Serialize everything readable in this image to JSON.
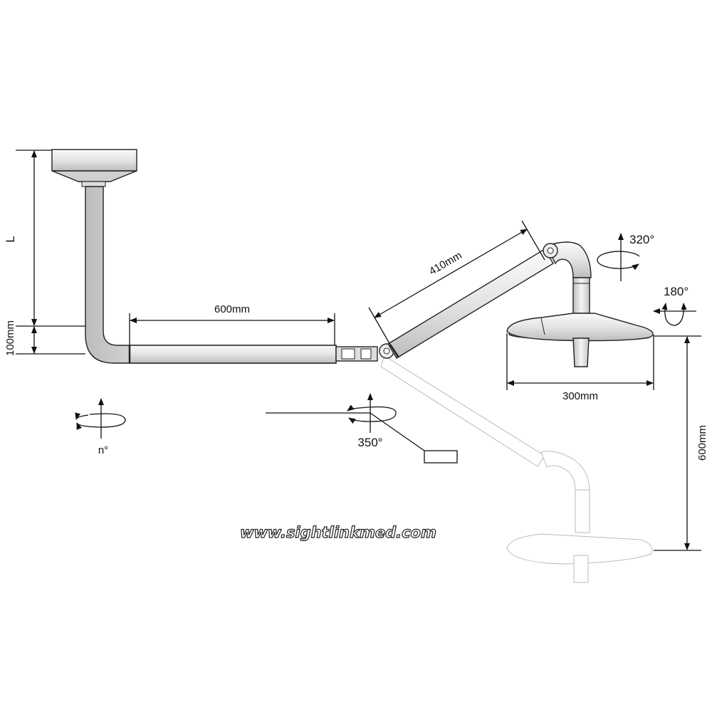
{
  "dimensions": {
    "ceiling_length": "L",
    "drop": "100mm",
    "arm_1": "600mm",
    "arm_2": "410mm",
    "head_diameter": "300mm",
    "vertical_travel": "600mm"
  },
  "rotations": {
    "ceiling": "n°",
    "joint": "350°",
    "head_vertical": "320°",
    "head_tilt": "180°"
  },
  "watermark": "www.sightlinkmed.com",
  "colors": {
    "line": "#111111",
    "ghost": "#bbbbbb",
    "tube": "#e6e6e6"
  }
}
